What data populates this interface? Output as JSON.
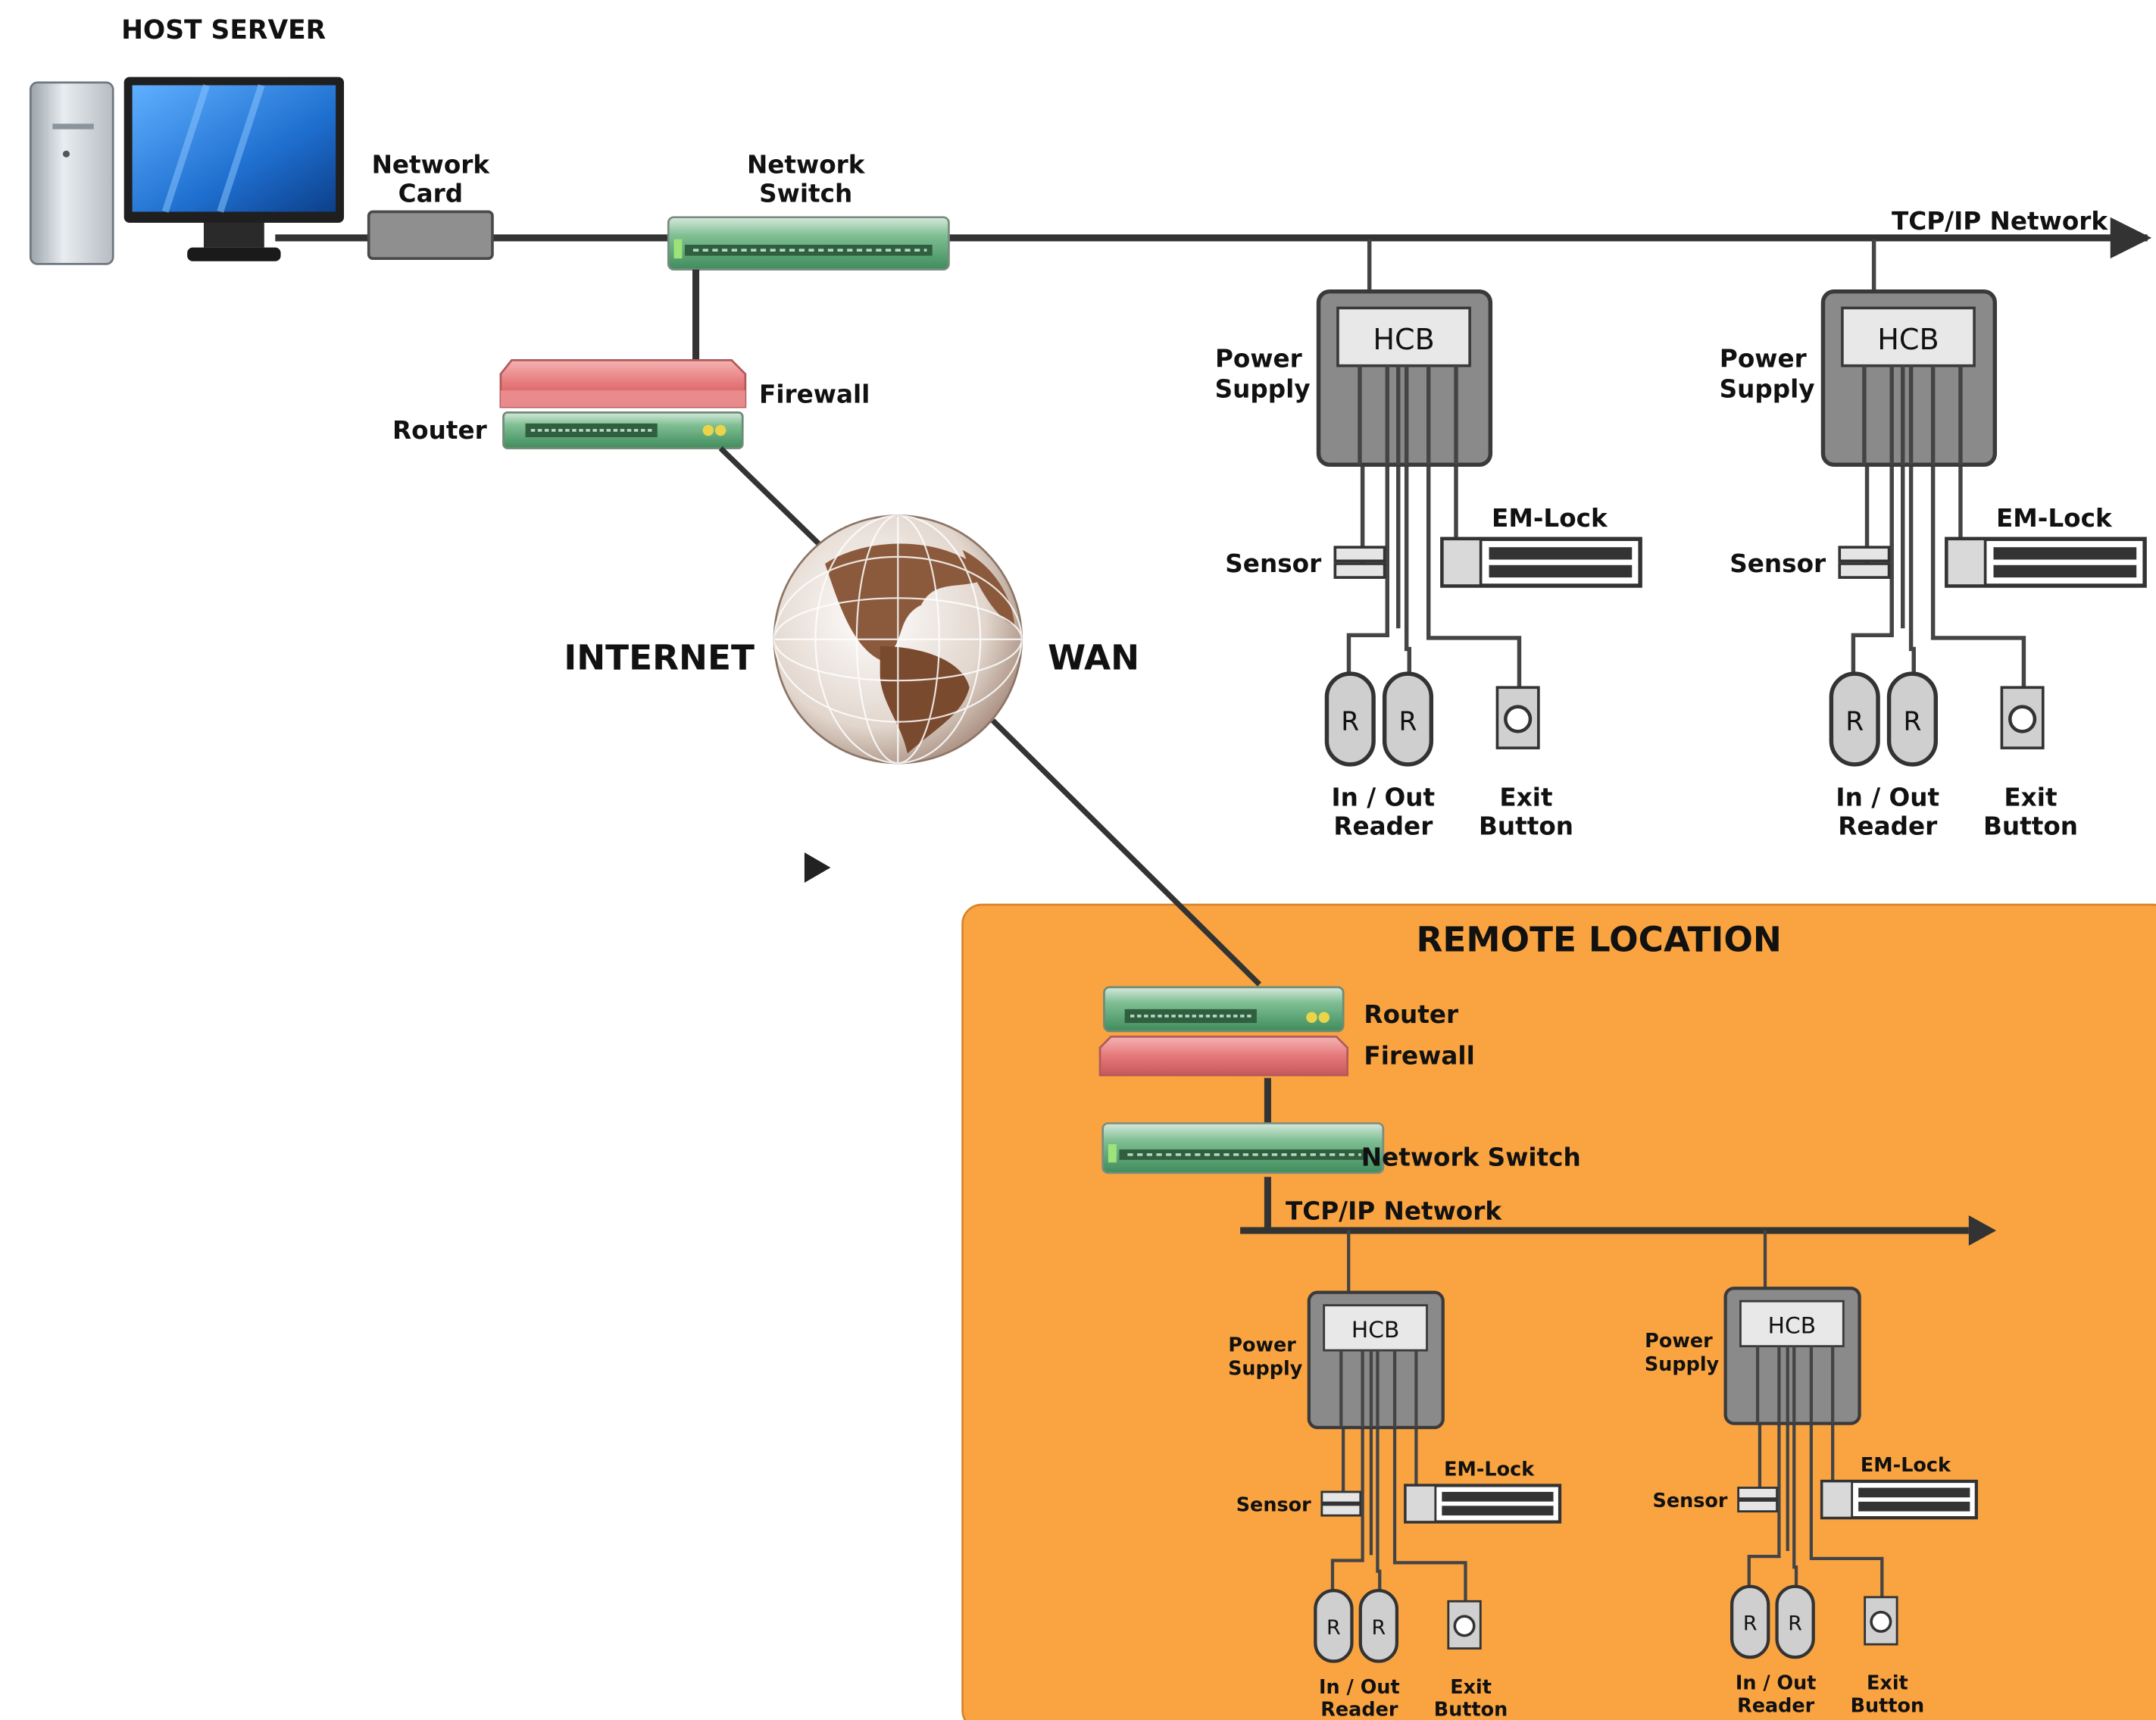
{
  "labels": {
    "host_server": "HOST SERVER",
    "network_card": [
      "Network",
      "Card"
    ],
    "network_switch": [
      "Network",
      "Switch"
    ],
    "tcpip_network": "TCP/IP Network",
    "firewall": "Firewall",
    "router": "Router",
    "internet": "INTERNET",
    "wan": "WAN",
    "remote_location": "REMOTE LOCATION",
    "remote_router": "Router",
    "remote_firewall": "Firewall",
    "remote_switch": "Network Switch",
    "remote_tcpip": "TCP/IP Network"
  },
  "door_units": {
    "hcb": "HCB",
    "power_supply": [
      "Power",
      "Supply"
    ],
    "sensor": "Sensor",
    "em_lock": "EM-Lock",
    "reader_letter": "R",
    "reader": [
      "In / Out",
      "Reader"
    ],
    "exit_button": [
      "Exit",
      "Button"
    ]
  },
  "colors": {
    "remote_bg": "#F9A441",
    "router_green": "#4E9B6A",
    "firewall_red": "#E7787A",
    "hcb_gray": "#8A8A8A",
    "monitor_blue": "#1F6FD0"
  }
}
